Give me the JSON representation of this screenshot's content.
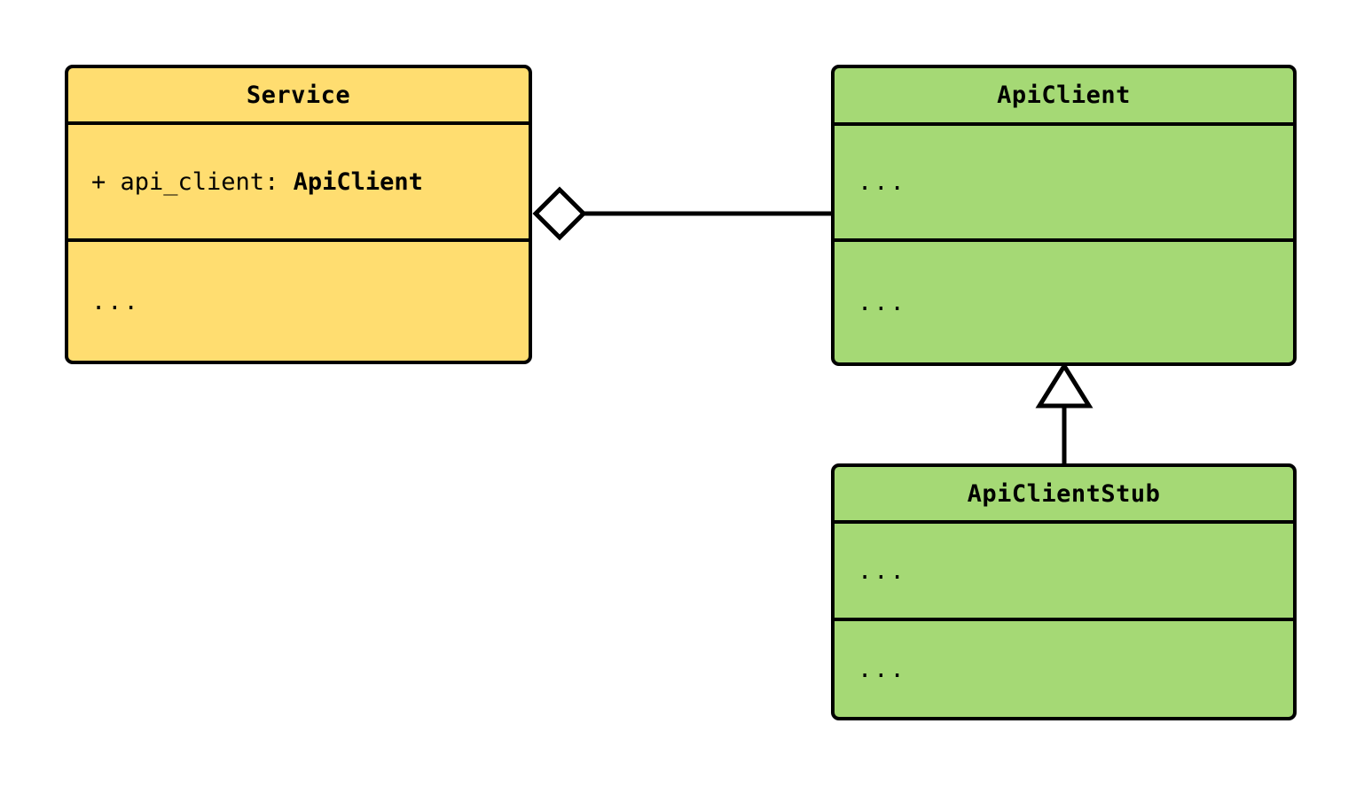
{
  "diagram": {
    "type": "uml-class-diagram",
    "title": "",
    "background_color": "#ffffff",
    "line_color": "#000000",
    "classes": [
      {
        "id": "service",
        "name": "Service",
        "fill_color": "#ffdd70",
        "attributes": [
          {
            "visibility": "+",
            "label": "+ api_client: ",
            "name": "api_client",
            "type": "ApiClient"
          }
        ],
        "operations": [
          "..."
        ]
      },
      {
        "id": "apiclient",
        "name": "ApiClient",
        "fill_color": "#a5d975",
        "attributes": [
          "..."
        ],
        "operations": [
          "..."
        ]
      },
      {
        "id": "apiclientstub",
        "name": "ApiClientStub",
        "fill_color": "#a5d975",
        "attributes": [
          "..."
        ],
        "operations": [
          "..."
        ]
      }
    ],
    "relationships": [
      {
        "id": "service-aggregates-apiclient",
        "kind": "aggregation",
        "from": "Service",
        "to": "ApiClient",
        "marker": "hollow-diamond",
        "label": ""
      },
      {
        "id": "apiclientstub-inherits-apiclient",
        "kind": "generalization",
        "from": "ApiClientStub",
        "to": "ApiClient",
        "marker": "hollow-triangle",
        "label": ""
      }
    ]
  }
}
